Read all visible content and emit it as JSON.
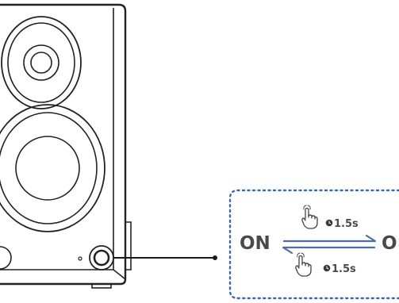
{
  "diagram": {
    "state_left": "ON",
    "state_right": "O",
    "top_hold_duration": "1.5s",
    "bottom_hold_duration": "1.5s",
    "top_gesture_icon": "hand-press-icon",
    "bottom_gesture_icon": "hand-press-icon",
    "timer_icon": "clock-icon",
    "arrow_color": "#4a6fa5",
    "frame_color": "#3f66b0",
    "line_color": "#1a1a1a"
  }
}
